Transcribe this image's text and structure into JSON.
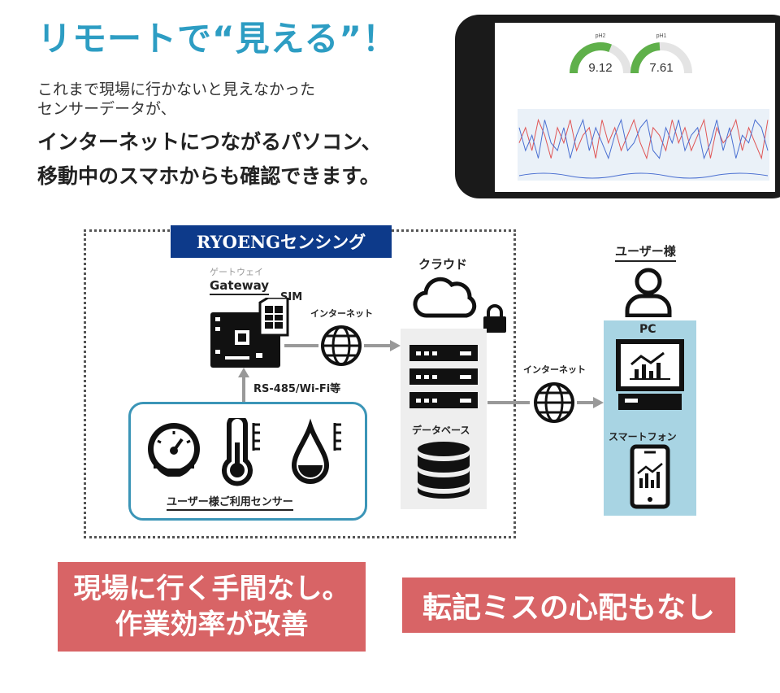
{
  "header": {
    "headline": "リモートで“見える”！",
    "intro_line1": "これまで現場に行かないと見えなかった",
    "intro_line2": "センサーデータが、",
    "intro_line3": "インターネットにつながるパソコン、",
    "intro_line4": "移動中のスマホからも確認できます。"
  },
  "phone_screen": {
    "gauges": [
      {
        "label": "pH2",
        "value": "9.12",
        "level": 0.62
      },
      {
        "label": "pH1",
        "value": "7.61",
        "level": 0.48
      }
    ],
    "chart_data": {
      "type": "line",
      "series": [
        {
          "color": "#e05555",
          "values": [
            6,
            8,
            5,
            9,
            7,
            4,
            8,
            6,
            9,
            5,
            7,
            8,
            4,
            9,
            6,
            8,
            5,
            7,
            9,
            6,
            4,
            8,
            7,
            5,
            9,
            6,
            8,
            5,
            7,
            9,
            4,
            8,
            6,
            7,
            9,
            5,
            8,
            6,
            4,
            9
          ]
        },
        {
          "color": "#4a6fd1",
          "values": [
            8,
            5,
            7,
            4,
            9,
            6,
            5,
            8,
            4,
            7,
            9,
            5,
            8,
            6,
            4,
            7,
            9,
            5,
            6,
            8,
            9,
            5,
            4,
            8,
            6,
            9,
            5,
            7,
            8,
            4,
            6,
            9,
            5,
            8,
            4,
            7,
            6,
            9,
            8,
            5
          ]
        }
      ]
    }
  },
  "diagram": {
    "brand": "RYOENGセンシング",
    "gateway_reading": "ゲートウェイ",
    "gateway_label": "Gateway",
    "sim_label": "SIM",
    "internet_label_1": "インターネット",
    "link_label": "RS-485/Wi-Fi等",
    "sensor_label": "ユーザー様ご利用センサー",
    "cloud_label": "クラウド",
    "database_label": "データベース",
    "internet_label_2": "インターネット",
    "user_label": "ユーザー様",
    "pc_label": "PC",
    "smartphone_label": "スマートフォン"
  },
  "benefits": {
    "benefit1_line1": "現場に行く手間なし。",
    "benefit1_line2": "作業効率が改善",
    "benefit2": "転記ミスの心配もなし"
  },
  "colors": {
    "headline": "#2d9dc3",
    "brand_bg": "#0d3a8a",
    "sensor_border": "#3b95b7",
    "user_panel": "#a8d4e3",
    "benefit_bg": "#d86466",
    "gauge_fill": "#5fb04a"
  },
  "icons": [
    "gateway-board-icon",
    "sim-card-icon",
    "globe-icon",
    "cloud-icon",
    "lock-icon",
    "server-icon",
    "database-icon",
    "user-icon",
    "pc-monitor-icon",
    "smartphone-icon",
    "pressure-gauge-icon",
    "thermometer-icon",
    "water-drop-icon"
  ]
}
